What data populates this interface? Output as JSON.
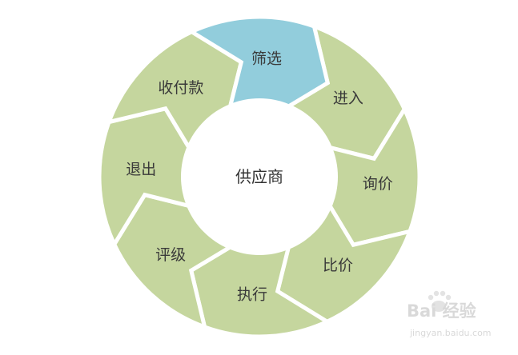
{
  "diagram": {
    "center": {
      "label": "供应商",
      "color": "#ffffff"
    },
    "colors": {
      "normal": "#c5d69e",
      "highlight": "#92cddc",
      "separator": "#ffffff"
    },
    "segments": [
      {
        "label": "进入",
        "highlighted": false
      },
      {
        "label": "询价",
        "highlighted": false
      },
      {
        "label": "比价",
        "highlighted": false
      },
      {
        "label": "执行",
        "highlighted": false
      },
      {
        "label": "评级",
        "highlighted": false
      },
      {
        "label": "退出",
        "highlighted": false
      },
      {
        "label": "收付款",
        "highlighted": false
      },
      {
        "label": "筛选",
        "highlighted": true
      }
    ]
  },
  "watermark": {
    "brand": "Bai 经验",
    "url": "jingyan.baidu.com"
  }
}
